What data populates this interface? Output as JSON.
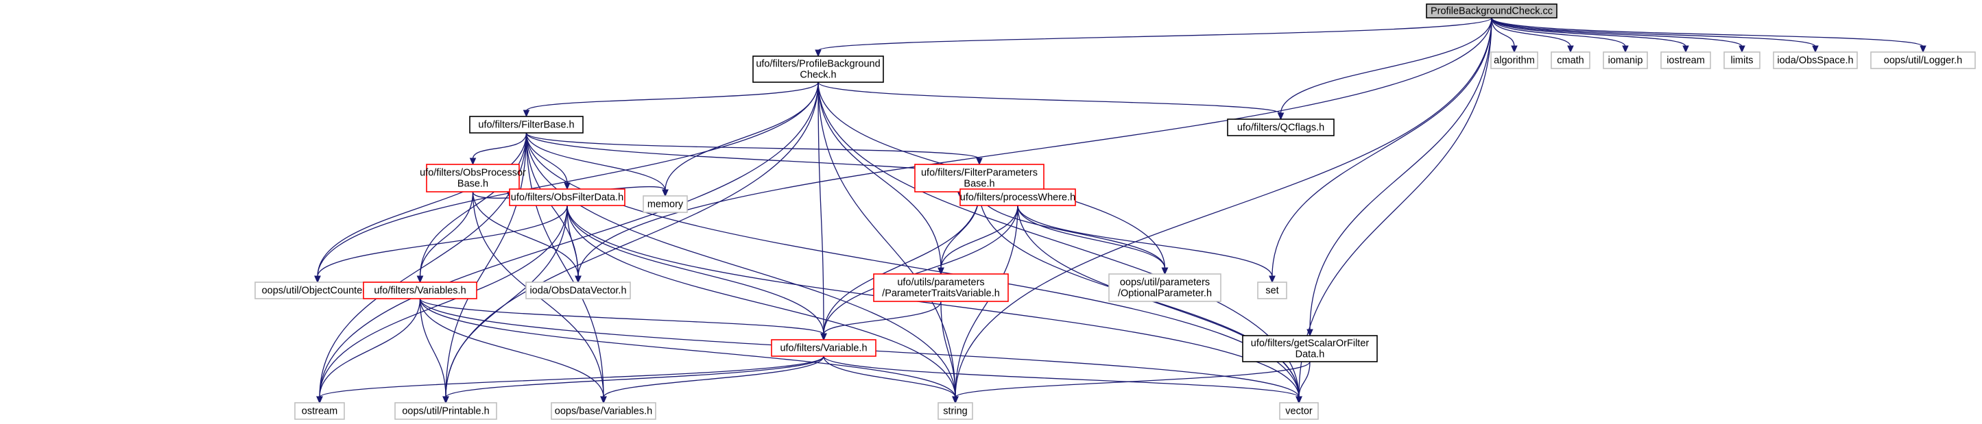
{
  "graph": {
    "nodes": [
      {
        "id": "root",
        "lines": [
          "ProfileBackgroundCheck.cc"
        ],
        "style": "root",
        "link": false
      },
      {
        "id": "pbc_h",
        "lines": [
          "ufo/filters/ProfileBackground",
          "Check.h"
        ],
        "style": "normal",
        "link": true
      },
      {
        "id": "algorithm",
        "lines": [
          "algorithm"
        ],
        "style": "gray",
        "link": false
      },
      {
        "id": "cmath",
        "lines": [
          "cmath"
        ],
        "style": "gray",
        "link": false
      },
      {
        "id": "iomanip",
        "lines": [
          "iomanip"
        ],
        "style": "gray",
        "link": false
      },
      {
        "id": "iostream",
        "lines": [
          "iostream"
        ],
        "style": "gray",
        "link": false
      },
      {
        "id": "limits",
        "lines": [
          "limits"
        ],
        "style": "gray",
        "link": false
      },
      {
        "id": "obsspace",
        "lines": [
          "ioda/ObsSpace.h"
        ],
        "style": "gray",
        "link": false
      },
      {
        "id": "logger",
        "lines": [
          "oops/util/Logger.h"
        ],
        "style": "gray",
        "link": false
      },
      {
        "id": "filterbase",
        "lines": [
          "ufo/filters/FilterBase.h"
        ],
        "style": "normal",
        "link": true
      },
      {
        "id": "qcflags",
        "lines": [
          "ufo/filters/QCflags.h"
        ],
        "style": "normal",
        "link": true
      },
      {
        "id": "obsproc",
        "lines": [
          "ufo/filters/ObsProcessor",
          "Base.h"
        ],
        "style": "red",
        "link": true
      },
      {
        "id": "filterparams",
        "lines": [
          "ufo/filters/FilterParameters",
          "Base.h"
        ],
        "style": "red",
        "link": true
      },
      {
        "id": "memory",
        "lines": [
          "memory"
        ],
        "style": "gray",
        "link": false
      },
      {
        "id": "obsfilter",
        "lines": [
          "ufo/filters/ObsFilterData.h"
        ],
        "style": "red",
        "link": true
      },
      {
        "id": "processwhere",
        "lines": [
          "ufo/filters/processWhere.h"
        ],
        "style": "red",
        "link": true
      },
      {
        "id": "objcounter",
        "lines": [
          "oops/util/ObjectCounter.h"
        ],
        "style": "gray",
        "link": false
      },
      {
        "id": "variables",
        "lines": [
          "ufo/filters/Variables.h"
        ],
        "style": "red",
        "link": true
      },
      {
        "id": "iodavec",
        "lines": [
          "ioda/ObsDataVector.h"
        ],
        "style": "gray",
        "link": false
      },
      {
        "id": "paramtraits",
        "lines": [
          "ufo/utils/parameters",
          "/ParameterTraitsVariable.h"
        ],
        "style": "red",
        "link": true
      },
      {
        "id": "optparam",
        "lines": [
          "oops/util/parameters",
          "/OptionalParameter.h"
        ],
        "style": "gray",
        "link": false
      },
      {
        "id": "set",
        "lines": [
          "set"
        ],
        "style": "gray",
        "link": false
      },
      {
        "id": "getscalar",
        "lines": [
          "ufo/filters/getScalarOrFilter",
          "Data.h"
        ],
        "style": "normal",
        "link": true
      },
      {
        "id": "variable",
        "lines": [
          "ufo/filters/Variable.h"
        ],
        "style": "red",
        "link": true
      },
      {
        "id": "ostream",
        "lines": [
          "ostream"
        ],
        "style": "gray",
        "link": false
      },
      {
        "id": "printable",
        "lines": [
          "oops/util/Printable.h"
        ],
        "style": "gray",
        "link": false
      },
      {
        "id": "oopsvars",
        "lines": [
          "oops/base/Variables.h"
        ],
        "style": "gray",
        "link": false
      },
      {
        "id": "string",
        "lines": [
          "string"
        ],
        "style": "gray",
        "link": false
      },
      {
        "id": "vector",
        "lines": [
          "vector"
        ],
        "style": "gray",
        "link": false
      }
    ],
    "edges": [
      [
        "root",
        "pbc_h"
      ],
      [
        "root",
        "algorithm"
      ],
      [
        "root",
        "cmath"
      ],
      [
        "root",
        "iomanip"
      ],
      [
        "root",
        "iostream"
      ],
      [
        "root",
        "limits"
      ],
      [
        "root",
        "obsspace"
      ],
      [
        "root",
        "logger"
      ],
      [
        "root",
        "qcflags"
      ],
      [
        "root",
        "set"
      ],
      [
        "root",
        "string"
      ],
      [
        "root",
        "vector"
      ],
      [
        "root",
        "getscalar"
      ],
      [
        "root",
        "iodavec"
      ],
      [
        "pbc_h",
        "filterbase"
      ],
      [
        "pbc_h",
        "qcflags"
      ],
      [
        "pbc_h",
        "memory"
      ],
      [
        "pbc_h",
        "objcounter"
      ],
      [
        "pbc_h",
        "ostream"
      ],
      [
        "pbc_h",
        "printable"
      ],
      [
        "pbc_h",
        "variable"
      ],
      [
        "pbc_h",
        "paramtraits"
      ],
      [
        "pbc_h",
        "optparam"
      ],
      [
        "pbc_h",
        "string"
      ],
      [
        "pbc_h",
        "vector"
      ],
      [
        "filterbase",
        "obsproc"
      ],
      [
        "filterbase",
        "filterparams"
      ],
      [
        "filterbase",
        "memory"
      ],
      [
        "filterbase",
        "obsfilter"
      ],
      [
        "filterbase",
        "processwhere"
      ],
      [
        "filterbase",
        "objcounter"
      ],
      [
        "filterbase",
        "variables"
      ],
      [
        "filterbase",
        "iodavec"
      ],
      [
        "filterbase",
        "ostream"
      ],
      [
        "filterbase",
        "printable"
      ],
      [
        "filterbase",
        "oopsvars"
      ],
      [
        "filterbase",
        "string"
      ],
      [
        "filterbase",
        "vector"
      ],
      [
        "obsproc",
        "obsfilter"
      ],
      [
        "obsproc",
        "memory"
      ],
      [
        "obsproc",
        "variables"
      ],
      [
        "obsproc",
        "iodavec"
      ],
      [
        "obsproc",
        "oopsvars"
      ],
      [
        "filterparams",
        "processwhere"
      ],
      [
        "filterparams",
        "paramtraits"
      ],
      [
        "filterparams",
        "optparam"
      ],
      [
        "filterparams",
        "variable"
      ],
      [
        "filterparams",
        "vector"
      ],
      [
        "obsfilter",
        "objcounter"
      ],
      [
        "obsfilter",
        "iodavec"
      ],
      [
        "obsfilter",
        "variable"
      ],
      [
        "obsfilter",
        "ostream"
      ],
      [
        "obsfilter",
        "printable"
      ],
      [
        "obsfilter",
        "string"
      ],
      [
        "obsfilter",
        "vector"
      ],
      [
        "processwhere",
        "set"
      ],
      [
        "processwhere",
        "optparam"
      ],
      [
        "processwhere",
        "paramtraits"
      ],
      [
        "processwhere",
        "variable"
      ],
      [
        "processwhere",
        "string"
      ],
      [
        "processwhere",
        "vector"
      ],
      [
        "variables",
        "variable"
      ],
      [
        "variables",
        "ostream"
      ],
      [
        "variables",
        "printable"
      ],
      [
        "variables",
        "oopsvars"
      ],
      [
        "variables",
        "string"
      ],
      [
        "variables",
        "vector"
      ],
      [
        "paramtraits",
        "variable"
      ],
      [
        "paramtraits",
        "string"
      ],
      [
        "getscalar",
        "string"
      ],
      [
        "getscalar",
        "vector"
      ],
      [
        "variable",
        "ostream"
      ],
      [
        "variable",
        "printable"
      ],
      [
        "variable",
        "oopsvars"
      ],
      [
        "variable",
        "string"
      ],
      [
        "variable",
        "vector"
      ]
    ]
  }
}
